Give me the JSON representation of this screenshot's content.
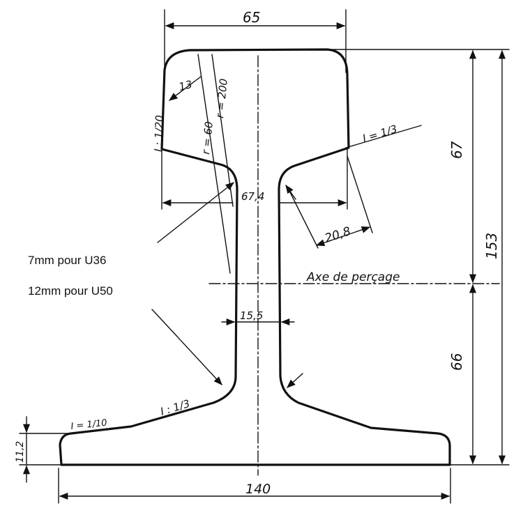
{
  "dimensions": {
    "head_width": "65",
    "head_height": "67",
    "total_height": "153",
    "lower_height": "66",
    "head_inner_width": "67,4",
    "web_thickness": "15,5",
    "fishing_width": "20,8",
    "foot_width": "140",
    "foot_edge": "11,2"
  },
  "radii": {
    "r13": "13",
    "r60": "r = 60",
    "r200": "r = 200"
  },
  "slopes": {
    "head_side": "I : 1/20",
    "fishing_top": "I = 1/3",
    "fishing_bottom": "I : 1/3",
    "foot_top": "I = 1/10"
  },
  "labels": {
    "drilling_axis": "Axe de perçage"
  },
  "notes": {
    "note_u36": "7mm pour U36",
    "note_u50": "12mm pour U50"
  }
}
